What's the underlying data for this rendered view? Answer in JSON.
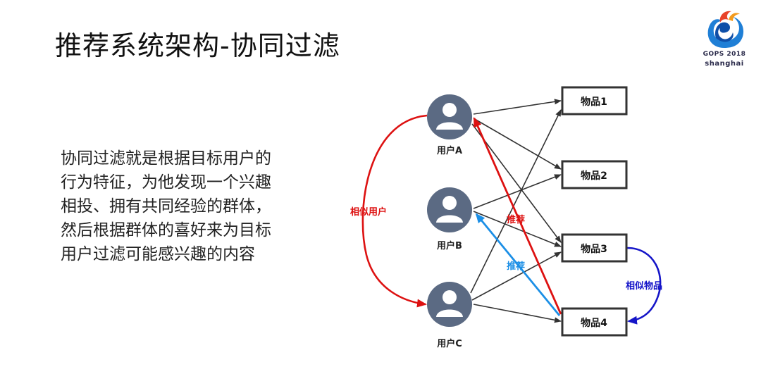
{
  "slide": {
    "title": "推荐系统架构-协同过滤",
    "description_lines": [
      "协同过滤就是根据目标用户的",
      "行为特征，为他发现一个兴趣",
      "相投、拥有共同经验的群体，",
      "然后根据群体的喜好来为目标",
      "用户过滤可能感兴趣的内容"
    ]
  },
  "logo": {
    "line1": "GOPS 2018",
    "line2": "shanghai"
  },
  "diagram": {
    "users": [
      "用户A",
      "用户B",
      "用户C"
    ],
    "items": [
      "物品1",
      "物品2",
      "物品3",
      "物品4"
    ],
    "labels": {
      "similar_users": "相似用户",
      "similar_items": "相似物品",
      "recommend_red": "推荐",
      "recommend_blue": "推荐"
    }
  },
  "colors": {
    "user_circle": "#5b6a83",
    "red": "#dd1111",
    "blue": "#1c8fe6",
    "darkblue": "#1515c8",
    "edge": "#333333"
  }
}
